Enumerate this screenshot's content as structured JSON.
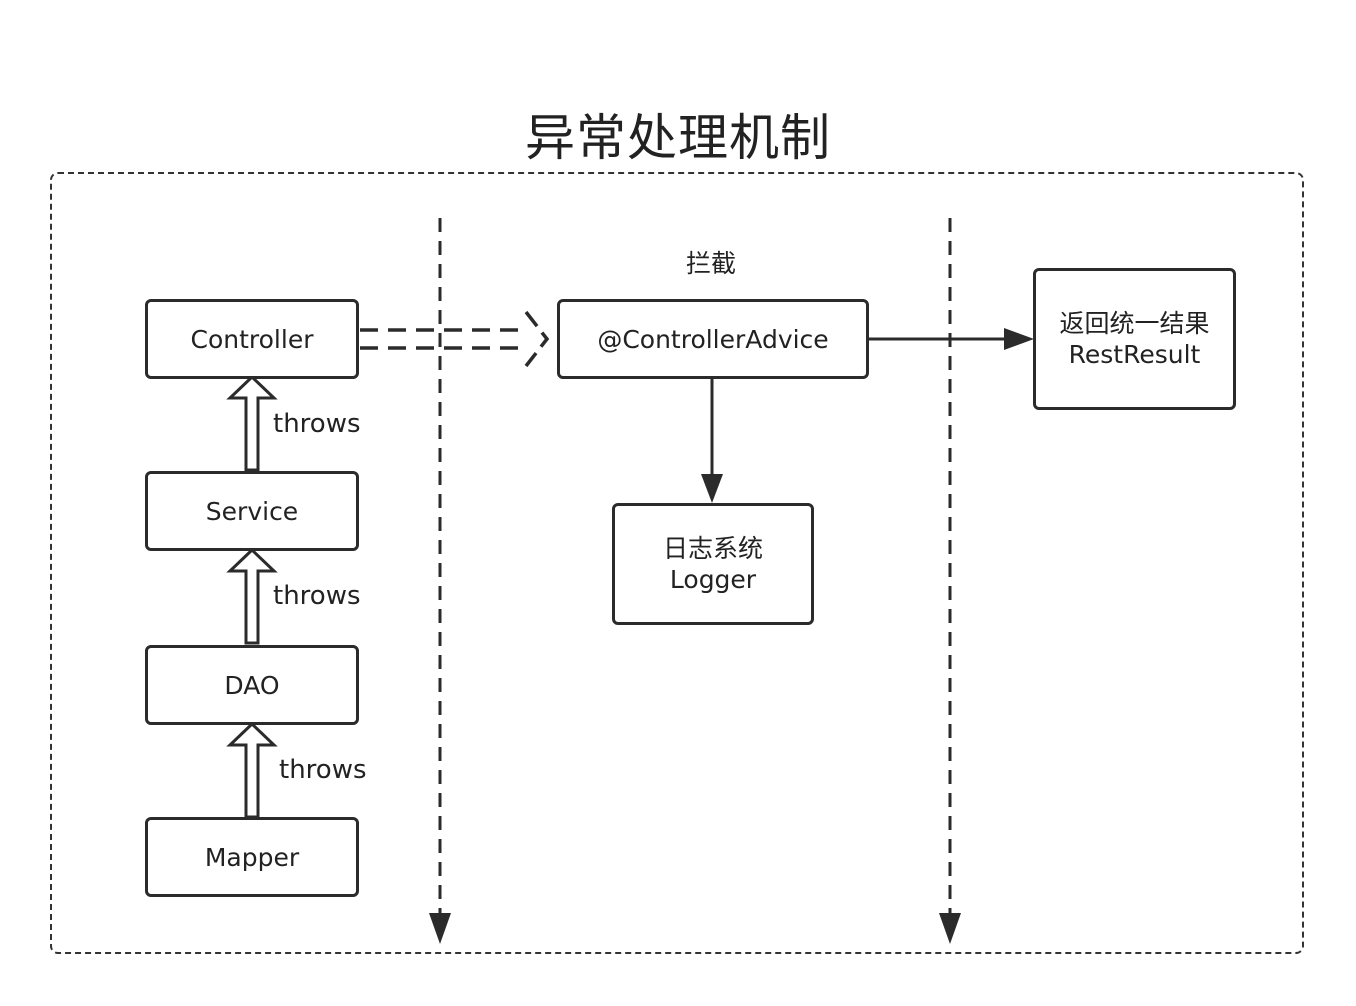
{
  "title": "异常处理机制",
  "layers": {
    "controller": "Controller",
    "service": "Service",
    "dao": "DAO",
    "mapper": "Mapper"
  },
  "throws_labels": [
    "throws",
    "throws",
    "throws"
  ],
  "intercept_label": "拦截",
  "advice_label": "@ControllerAdvice",
  "logger": {
    "line1": "日志系统",
    "line2": "Logger"
  },
  "result": {
    "line1": "返回统一结果",
    "line2": "RestResult"
  },
  "colors": {
    "stroke": "#2b2b2b",
    "text": "#222222",
    "background": "#ffffff"
  }
}
